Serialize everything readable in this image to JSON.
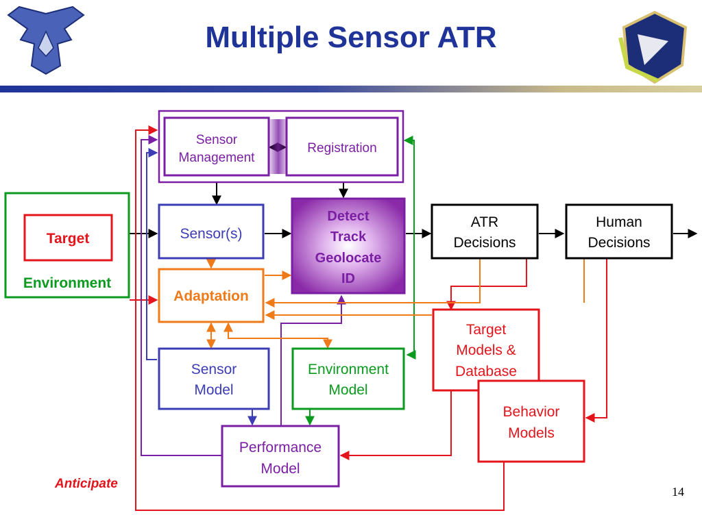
{
  "slide": {
    "title": "Multiple Sensor ATR",
    "page_number": "14"
  },
  "logos": {
    "left": "air-force-wings-logo",
    "right": "afrl-shield-logo"
  },
  "colors": {
    "title": "#1f3399",
    "red": "#e3141b",
    "purple": "#7a1fa3",
    "blue": "#3c3cb4",
    "green": "#0a9a1e",
    "orange": "#ef7a1a",
    "black": "#000000"
  },
  "nodes": {
    "sensor_management": [
      "Sensor",
      "Management"
    ],
    "registration": [
      "Registration"
    ],
    "target": [
      "Target"
    ],
    "environment": [
      "Environment"
    ],
    "sensors": [
      "Sensor(s)"
    ],
    "detect": [
      "Detect",
      "Track",
      "Geolocate",
      "ID"
    ],
    "atr_decisions": [
      "ATR",
      "Decisions"
    ],
    "human_decisions": [
      "Human",
      "Decisions"
    ],
    "adaptation": [
      "Adaptation"
    ],
    "target_models": [
      "Target",
      "Models &",
      "Database"
    ],
    "sensor_model": [
      "Sensor",
      "Model"
    ],
    "environment_model": [
      "Environment",
      "Model"
    ],
    "behavior_models": [
      "Behavior",
      "Models"
    ],
    "performance_model": [
      "Performance",
      "Model"
    ],
    "anticipate": [
      "Anticipate"
    ]
  }
}
